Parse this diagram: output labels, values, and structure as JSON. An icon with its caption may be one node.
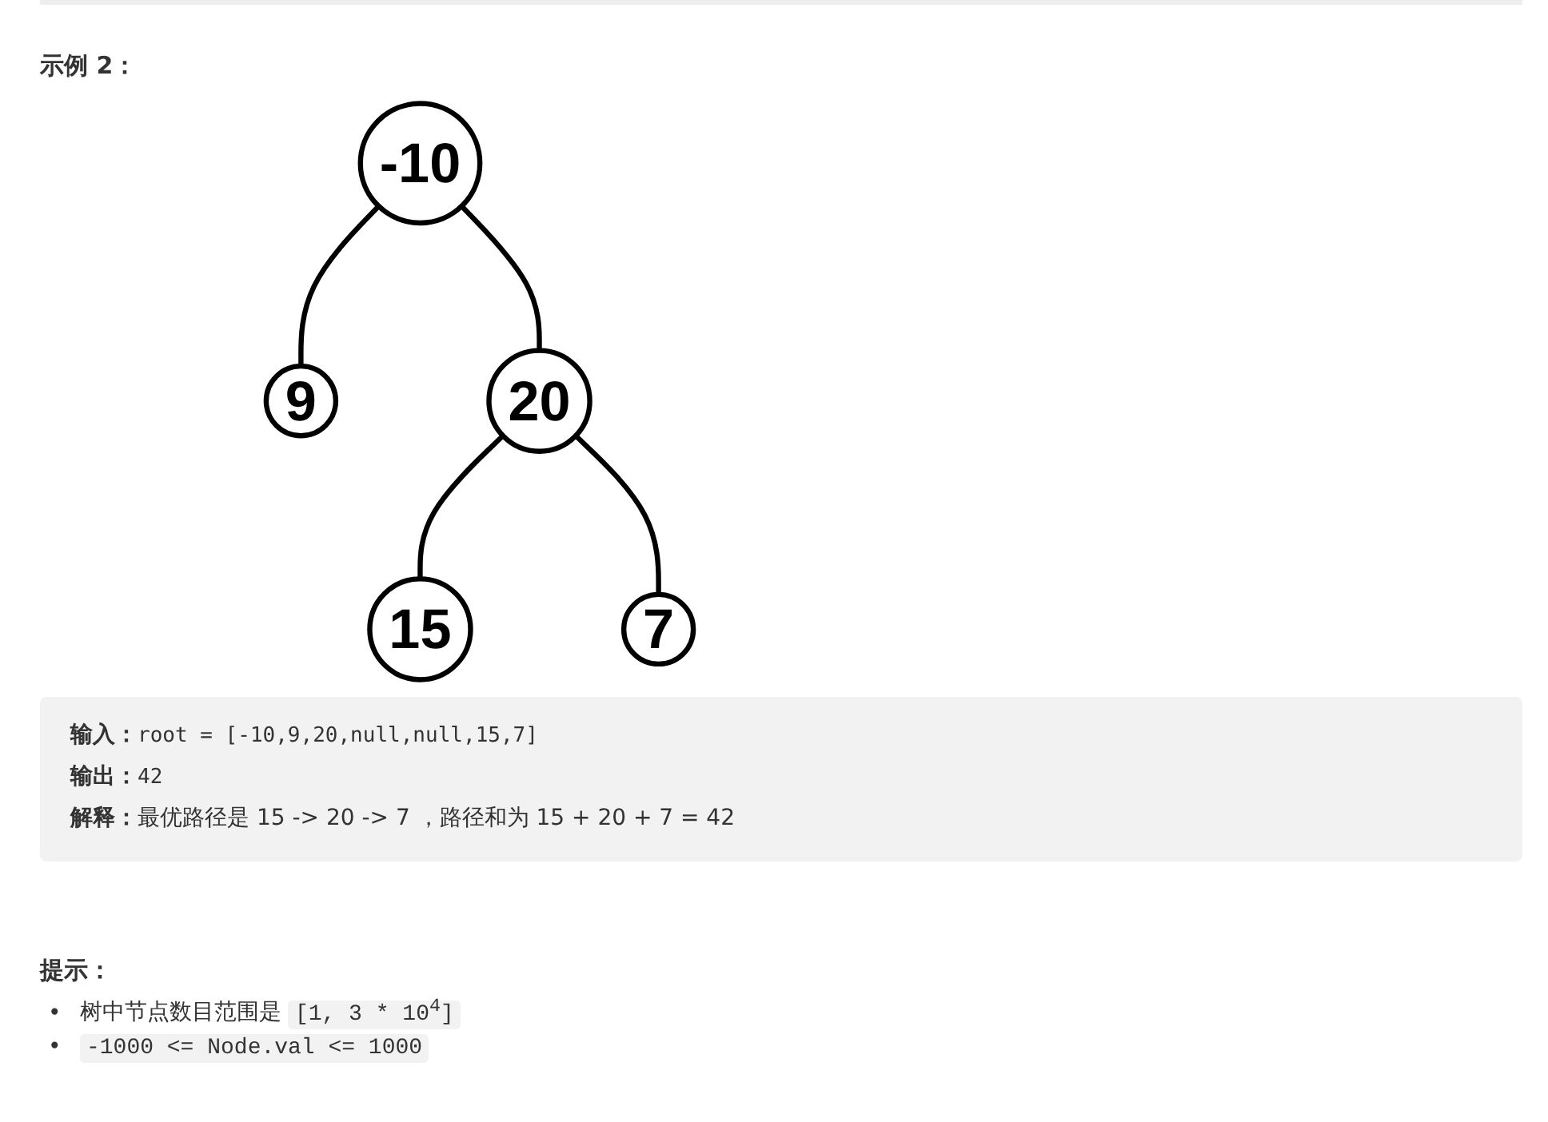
{
  "diagram": {
    "nodes": [
      {
        "text": [
          "-10"
        ]
      },
      {
        "text": [
          "9"
        ]
      },
      {
        "text": [
          "20"
        ]
      },
      {
        "text": [
          "15"
        ]
      },
      {
        "text": [
          "7"
        ]
      }
    ],
    "edges": [
      {
        "from": 0,
        "to": 1,
        "arrow": "none"
      },
      {
        "from": 0,
        "to": 2,
        "arrow": "none"
      },
      {
        "from": 2,
        "to": 3,
        "arrow": "none"
      },
      {
        "from": 2,
        "to": 4,
        "arrow": "none"
      }
    ],
    "labels": [
      "示例 2：",
      "输入：",
      "root = [-10,9,20,null,null,15,7]",
      "输出：",
      "42",
      "解释：",
      "最优路径是 15 -> 20 -> 7 ，路径和为 15 + 20 + 7 = 42",
      "提示：",
      "•",
      "树中节点数目范围是",
      "[1, 3 * 10$^{4}$]",
      "•",
      "-1000 <= Node.val <= 1000"
    ]
  }
}
